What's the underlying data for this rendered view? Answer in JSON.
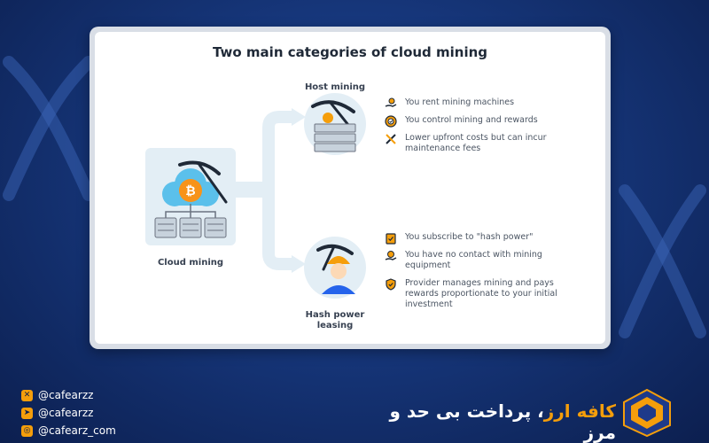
{
  "title": "Two main categories of cloud mining",
  "cloud_mining": {
    "label": "Cloud mining"
  },
  "host_mining": {
    "label": "Host mining",
    "bullets": [
      {
        "icon": "hand-coins-icon",
        "text": "You rent mining machines"
      },
      {
        "icon": "gear-check-icon",
        "text": "You control mining and rewards"
      },
      {
        "icon": "tools-icon",
        "text": "Lower upfront costs but can incur maintenance fees"
      }
    ]
  },
  "hash_power": {
    "label": "Hash power leasing",
    "bullets": [
      {
        "icon": "clipboard-check-icon",
        "text": "You subscribe to \"hash power\""
      },
      {
        "icon": "hand-coin-icon",
        "text": "You have no contact with mining equipment"
      },
      {
        "icon": "shield-check-icon",
        "text": "Provider manages mining and pays rewards proportionate to your initial investment"
      }
    ]
  },
  "social": [
    {
      "icon": "x-icon",
      "handle": "@cafearzz"
    },
    {
      "icon": "telegram-icon",
      "handle": "@cafearzz"
    },
    {
      "icon": "instagram-icon",
      "handle": "@cafearz_com"
    }
  ],
  "brand": {
    "name": "کافه ارز",
    "tagline": "، پرداخت بی حد و مرز"
  },
  "colors": {
    "accent": "#f59e0b",
    "background": "#16367a",
    "bitcoin": "#f7931a"
  }
}
